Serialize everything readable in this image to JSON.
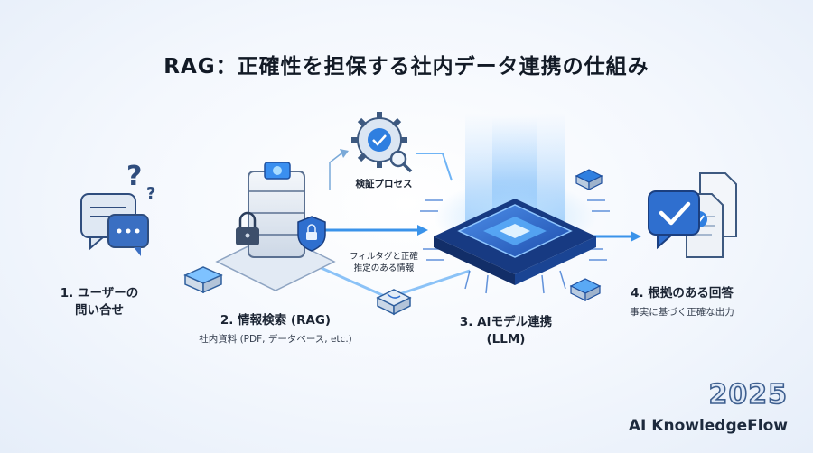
{
  "title": "RAG：正確性を担保する社内データ連携の仕組み",
  "steps": [
    {
      "label_line1": "1. ユーザーの",
      "label_line2": "問い合せ"
    },
    {
      "label": "2. 情報検索 (RAG)",
      "sub": "社内資料 (PDF, データベース, etc.)"
    },
    {
      "label_line1": "3. AIモデル連携",
      "label_line2": "(LLM)"
    },
    {
      "label": "4. 根拠のある回答",
      "sub": "事実に基づく正確な出力"
    }
  ],
  "verify": {
    "label": "検証プロセス"
  },
  "filter_note": {
    "line1": "フィルタグと正確",
    "line2": "推定のある情報"
  },
  "brand": {
    "year": "2025",
    "name": "AI KnowledgeFlow"
  },
  "colors": {
    "accent": "#2f7fe0",
    "flow": "#4aa3f0",
    "dark": "#1a3f8f",
    "chip": "#2a5fb8"
  }
}
